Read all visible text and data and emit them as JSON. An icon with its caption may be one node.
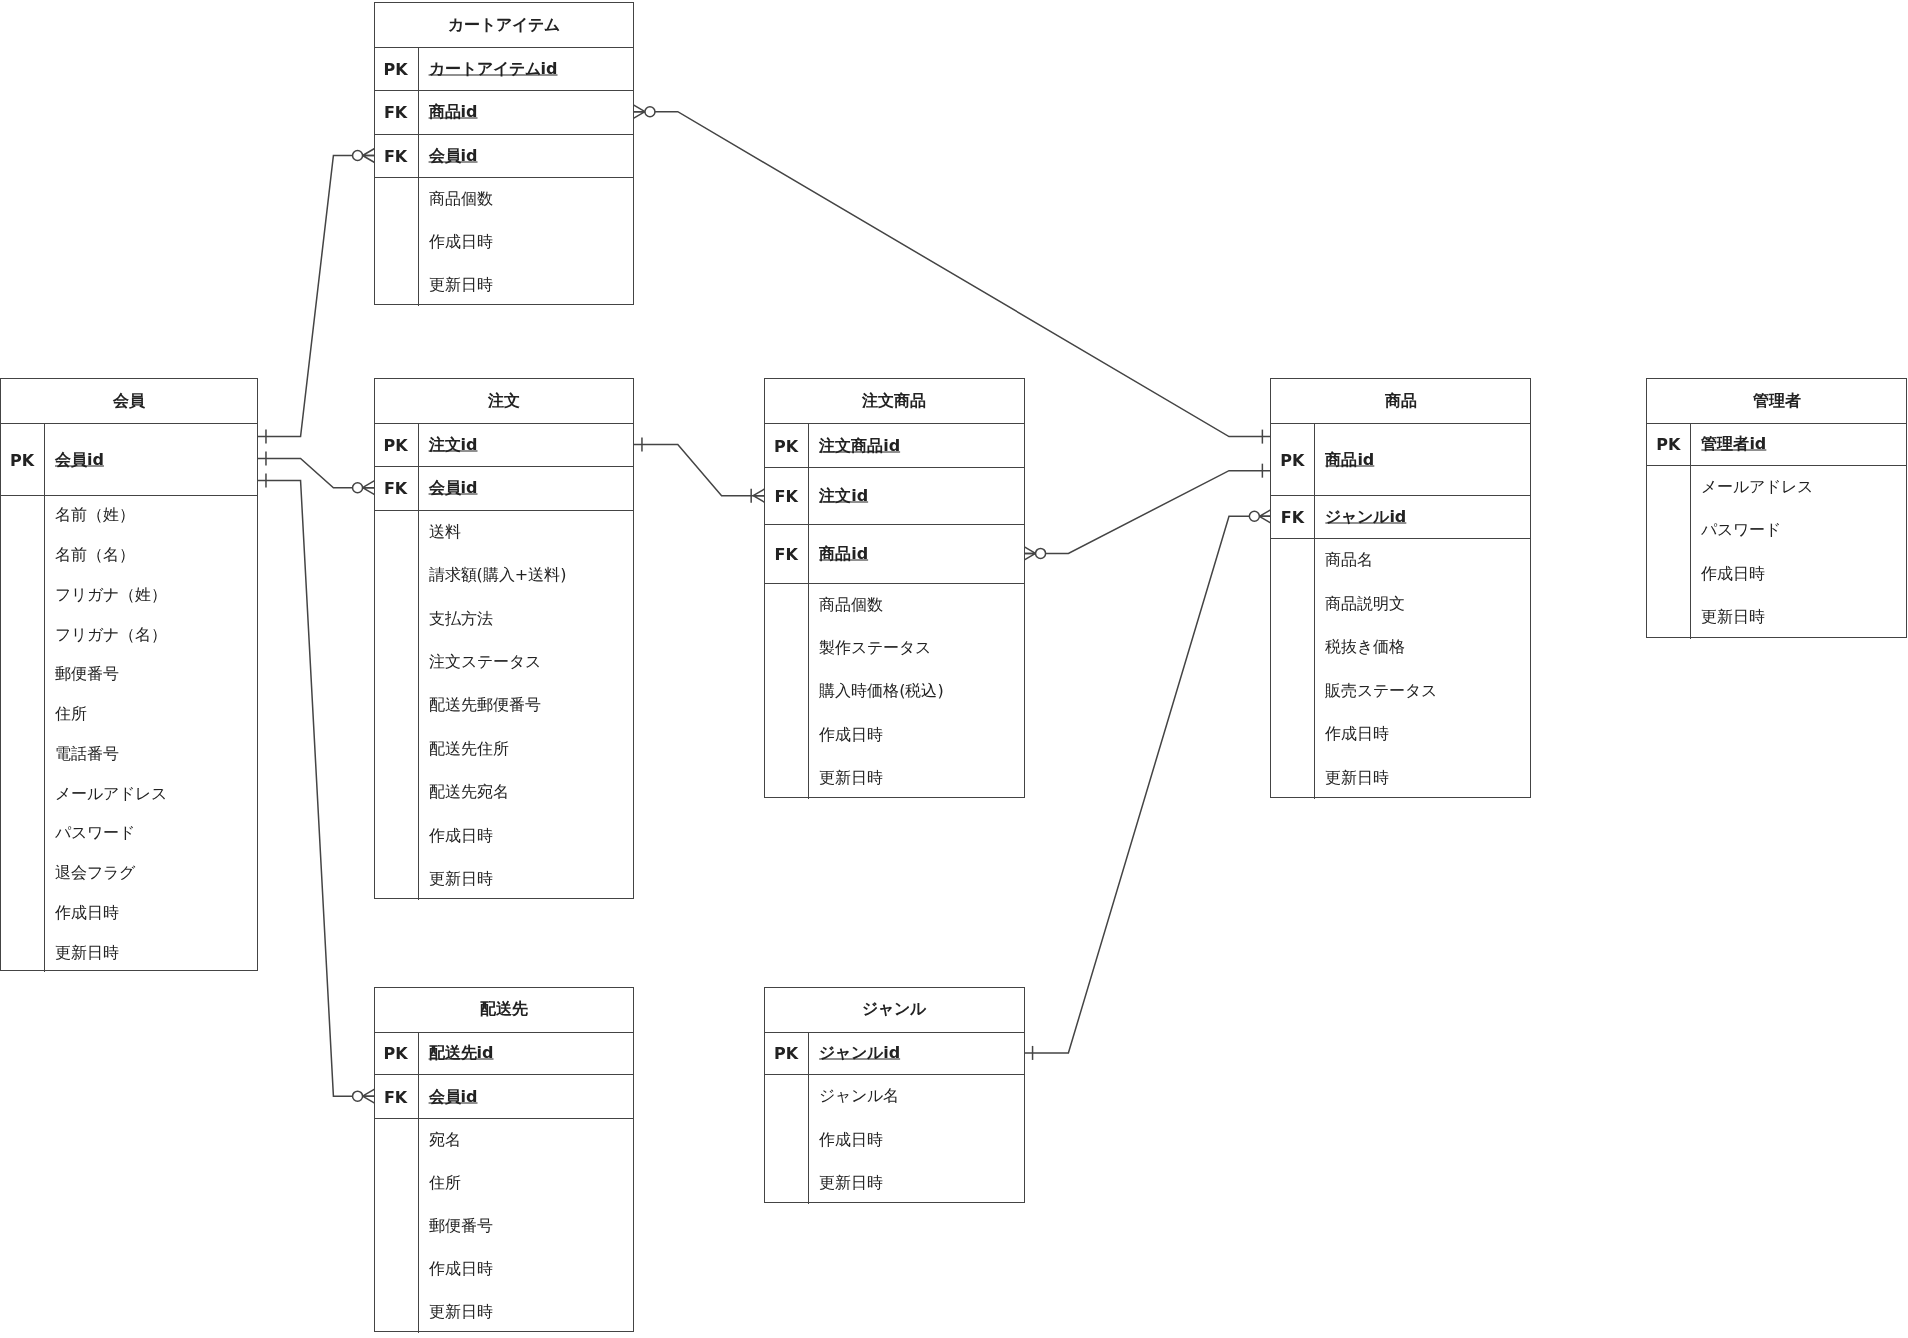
{
  "diagram": {
    "nodes": [
      {
        "text": [
          "カートアイテム"
        ]
      },
      {
        "text": [
          "PK",
          "カートアイテムid"
        ],
        "in": 0
      },
      {
        "text": [
          "FK",
          "商品id"
        ],
        "in": 0
      },
      {
        "text": [
          "FK",
          "会員id"
        ],
        "in": 0
      },
      {
        "text": [
          "商品個数",
          "作成日時",
          "更新日時"
        ],
        "in": 0
      },
      {
        "text": [
          "会員"
        ]
      },
      {
        "text": [
          "PK",
          "会員id"
        ],
        "in": 5
      },
      {
        "text": [
          "名前（姓）",
          "名前（名）",
          "フリガナ（姓）",
          "フリガナ（名）",
          "郵便番号",
          "住所",
          "電話番号",
          "メールアドレス",
          "パスワード",
          "退会フラグ",
          "作成日時",
          "更新日時"
        ],
        "in": 5
      },
      {
        "text": [
          "注文"
        ]
      },
      {
        "text": [
          "PK",
          "注文id"
        ],
        "in": 8
      },
      {
        "text": [
          "FK",
          "会員id"
        ],
        "in": 8
      },
      {
        "text": [
          "送料",
          "請求額(購入+送料)",
          "支払方法",
          "注文ステータス",
          "配送先郵便番号",
          "配送先住所",
          "配送先宛名",
          "作成日時",
          "更新日時"
        ],
        "in": 8
      },
      {
        "text": [
          "注文商品"
        ]
      },
      {
        "text": [
          "PK",
          "注文商品id"
        ],
        "in": 12
      },
      {
        "text": [
          "FK",
          "注文id"
        ],
        "in": 12
      },
      {
        "text": [
          "FK",
          "商品id"
        ],
        "in": 12
      },
      {
        "text": [
          "商品個数",
          "製作ステータス",
          "購入時価格(税込)",
          "作成日時",
          "更新日時"
        ],
        "in": 12
      },
      {
        "text": [
          "商品"
        ]
      },
      {
        "text": [
          "PK",
          "商品id"
        ],
        "in": 17
      },
      {
        "text": [
          "FK",
          "ジャンルid"
        ],
        "in": 17
      },
      {
        "text": [
          "商品名",
          "商品説明文",
          "税抜き価格",
          "販売ステータス",
          "作成日時",
          "更新日時"
        ],
        "in": 17
      },
      {
        "text": [
          "管理者"
        ]
      },
      {
        "text": [
          "PK",
          "管理者id"
        ],
        "in": 21
      },
      {
        "text": [
          "メールアドレス",
          "パスワード",
          "作成日時",
          "更新日時"
        ],
        "in": 21
      },
      {
        "text": [
          "配送先"
        ]
      },
      {
        "text": [
          "PK",
          "配送先id"
        ],
        "in": 24
      },
      {
        "text": [
          "FK",
          "会員id"
        ],
        "in": 24
      },
      {
        "text": [
          "宛名",
          "住所",
          "郵便番号",
          "作成日時",
          "更新日時"
        ],
        "in": 24
      },
      {
        "text": [
          "ジャンル"
        ]
      },
      {
        "text": [
          "PK",
          "ジャンルid"
        ],
        "in": 28
      },
      {
        "text": [
          "ジャンル名",
          "作成日時",
          "更新日時"
        ],
        "in": 28
      }
    ],
    "edges": [
      {
        "from": 6,
        "to": 3,
        "arrow": "other"
      },
      {
        "from": 6,
        "to": 10,
        "arrow": "other"
      },
      {
        "from": 6,
        "to": 26,
        "arrow": "other"
      },
      {
        "from": 9,
        "to": 14,
        "arrow": "other"
      },
      {
        "from": 18,
        "to": 2,
        "arrow": "other"
      },
      {
        "from": 18,
        "to": 15,
        "arrow": "other"
      },
      {
        "from": 29,
        "to": 19,
        "arrow": "other"
      }
    ]
  }
}
